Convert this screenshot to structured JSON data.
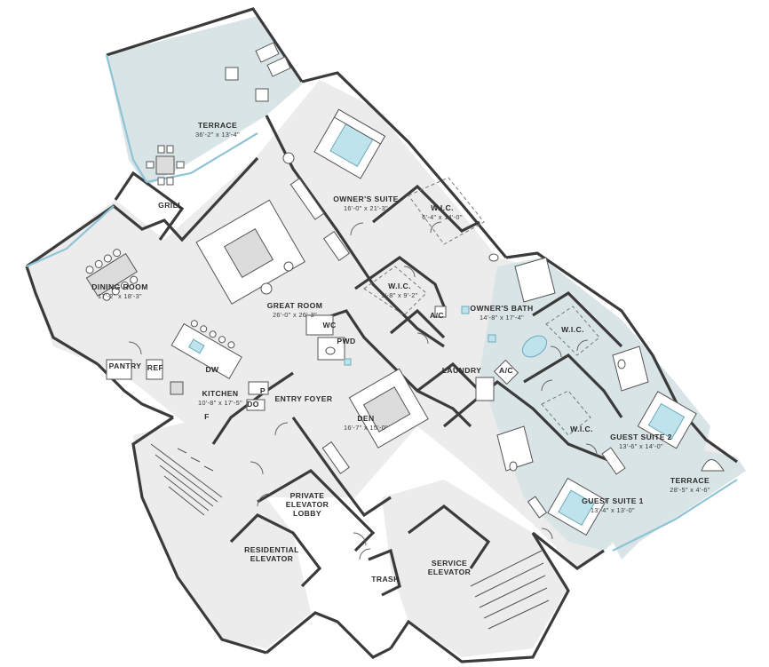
{
  "colors": {
    "wall": "#3b3b3b",
    "floor": "#ececec",
    "terrace_floor": "#d9e4e7",
    "glass_railing": "#8fc3d6",
    "water_accent": "#bfe3ec"
  },
  "rooms": {
    "terrace_main": {
      "name": "TERRACE",
      "dims": "36'-2\" x 13'-4\""
    },
    "grill": {
      "name": "GRILL"
    },
    "owners_suite": {
      "name": "OWNER'S SUITE",
      "dims": "16'-0\" x 21'-3\""
    },
    "wic_owner_top": {
      "name": "W.I.C.",
      "dims": "6'-4\" x 14'-0\""
    },
    "wic_owner_mid": {
      "name": "W.I.C.",
      "dims": "9'-8\" x 9'-2\""
    },
    "owners_bath": {
      "name": "OWNER'S BATH",
      "dims": "14'-8\" x 17'-4\""
    },
    "dining_room": {
      "name": "DINING ROOM",
      "dims": "17'-2\" x 18'-3\""
    },
    "great_room": {
      "name": "GREAT ROOM",
      "dims": "26'-0\" x 26'-3\""
    },
    "wc": {
      "name": "WC"
    },
    "pwd": {
      "name": "PWD"
    },
    "ac_1": {
      "name": "A/C"
    },
    "ac_2": {
      "name": "A/C"
    },
    "laundry": {
      "name": "LAUNDRY"
    },
    "wic_guest2": {
      "name": "W.I.C."
    },
    "wic_guest1": {
      "name": "W.I.C."
    },
    "pantry": {
      "name": "PANTRY"
    },
    "ref": {
      "name": "REF"
    },
    "dw": {
      "name": "DW"
    },
    "kitchen": {
      "name": "KITCHEN",
      "dims": "10'-8\" x 17'-5\""
    },
    "p": {
      "name": "P"
    },
    "do": {
      "name": "DO"
    },
    "f": {
      "name": "F"
    },
    "entry_foyer": {
      "name": "ENTRY FOYER"
    },
    "den": {
      "name": "DEN",
      "dims": "16'-7\" x 15'-0\""
    },
    "guest_suite_2": {
      "name": "GUEST SUITE 2",
      "dims": "13'-6\" x 14'-0\""
    },
    "guest_suite_1": {
      "name": "GUEST SUITE 1",
      "dims": "13'-4\" x 13'-0\""
    },
    "terrace_small": {
      "name": "TERRACE",
      "dims": "28'-5\" x 4'-6\""
    },
    "private_elevator_lobby": {
      "line1": "PRIVATE",
      "line2": "ELEVATOR",
      "line3": "LOBBY"
    },
    "residential_elevator": {
      "line1": "RESIDENTIAL",
      "line2": "ELEVATOR"
    },
    "trash": {
      "name": "TRASH"
    },
    "service_elevator": {
      "line1": "SERVICE",
      "line2": "ELEVATOR"
    }
  }
}
